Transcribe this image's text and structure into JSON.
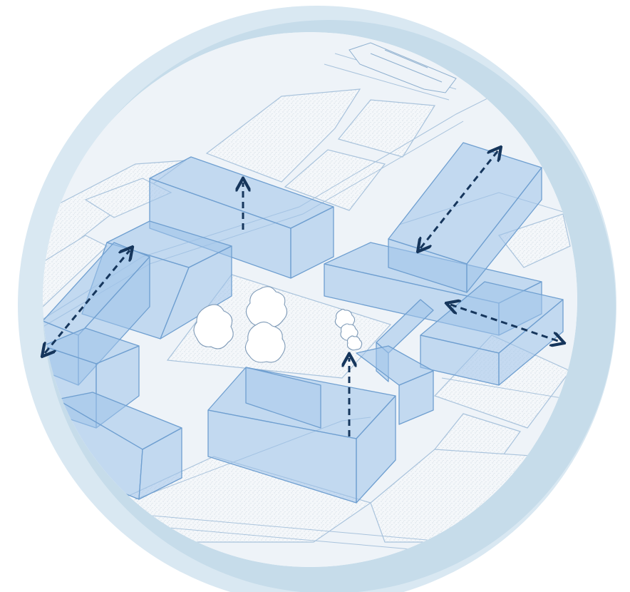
{
  "diagram": {
    "kind": "isometric-massing-axonometric",
    "colors": {
      "halo_outer": "#d9e8f2",
      "halo_inner": "#c6dcea",
      "paper": "#fbfdff",
      "block_fill": "#9ec3ea",
      "block_stroke": "#6f9fd0",
      "pavement": "#e9f0f7",
      "plot_line": "#a9c3dc",
      "tree_line": "#7f9bb8",
      "arrow": "#16365c"
    },
    "arrows": [
      {
        "id": "arrow-up-north-block",
        "style": "dashed",
        "direction": "single"
      },
      {
        "id": "arrow-up-south-block",
        "style": "dashed",
        "direction": "single"
      },
      {
        "id": "arrow-diagonal-west",
        "style": "dashed",
        "direction": "double"
      },
      {
        "id": "arrow-diagonal-northeast",
        "style": "dashed",
        "direction": "double"
      },
      {
        "id": "arrow-horizontal-east",
        "style": "dashed",
        "direction": "double"
      }
    ],
    "trees": [
      "tree",
      "tree",
      "tree",
      "tree",
      "tree",
      "tree"
    ]
  }
}
